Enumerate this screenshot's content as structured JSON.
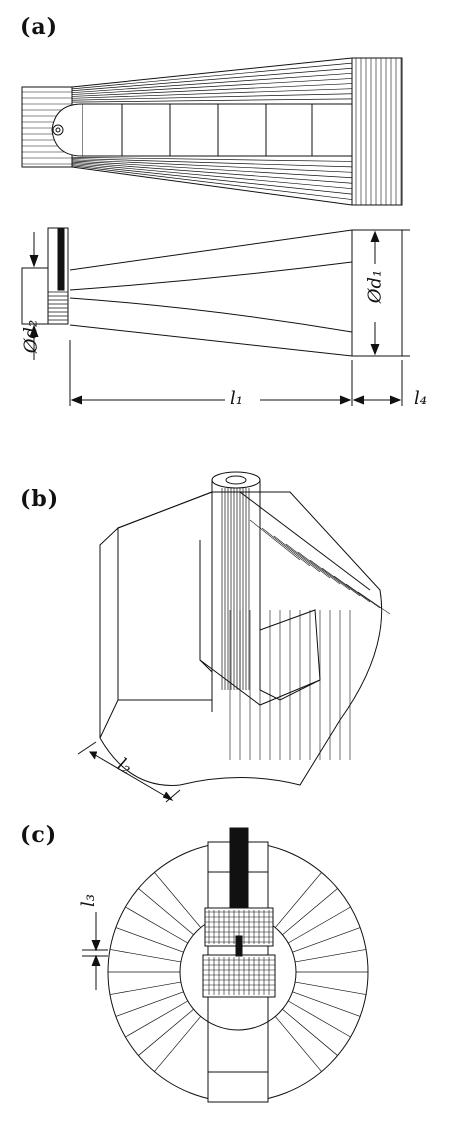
{
  "panels": {
    "a": {
      "label": "(a)"
    },
    "b": {
      "label": "(b)"
    },
    "c": {
      "label": "(c)"
    }
  },
  "dimensions": {
    "d1": "Ød₁",
    "d2": "Ød₂",
    "l1": "l₁",
    "l4": "l₄",
    "l2": "l₂",
    "l3": "l₃"
  }
}
